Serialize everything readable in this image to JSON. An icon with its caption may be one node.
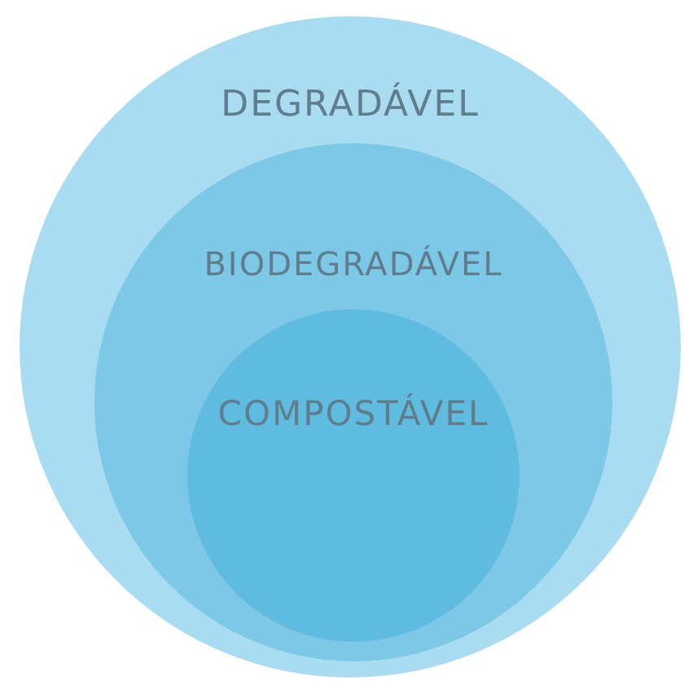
{
  "diagram": {
    "nodes": [
      {
        "text": [
          "DEGRADÁVEL"
        ]
      },
      {
        "text": [
          "BIODEGRADÁVEL"
        ],
        "in": 0
      },
      {
        "text": [
          "COMPOSTÁVEL"
        ],
        "in": 1
      }
    ]
  }
}
